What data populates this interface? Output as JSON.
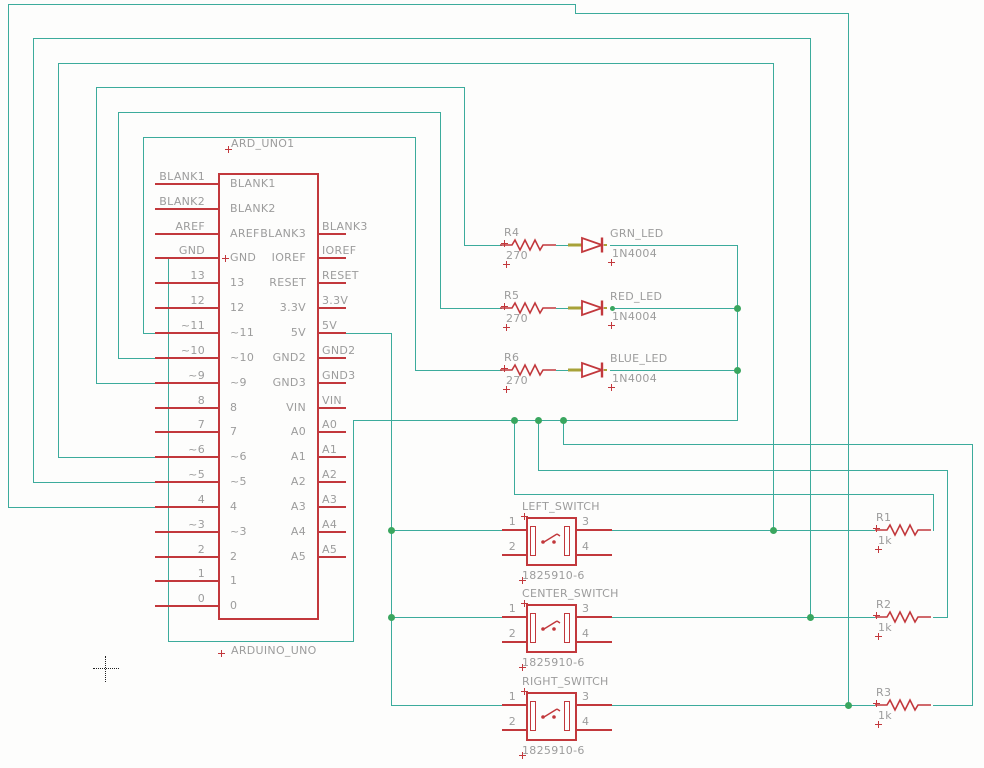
{
  "colors": {
    "wire": "#3cab9c",
    "part": "#c2383c",
    "label": "#9c9c9c",
    "junction": "#3aa65f",
    "diode_lead": "#a8a238"
  },
  "arduino": {
    "ref": "ARD_UNO1",
    "value": "ARDUINO_UNO",
    "left_pins": [
      "BLANK1",
      "BLANK2",
      "AREF",
      "GND",
      "13",
      "12",
      "~11",
      "~10",
      "~9",
      "8",
      "7",
      "~6",
      "~5",
      "4",
      "~3",
      "2",
      "1",
      "0"
    ],
    "right_pins": [
      "BLANK3",
      "IOREF",
      "RESET",
      "3.3V",
      "5V",
      "GND2",
      "GND3",
      "VIN",
      "A0",
      "A1",
      "A2",
      "A3",
      "A4",
      "A5"
    ]
  },
  "led_drivers": [
    {
      "resistor": "R4",
      "resistor_value": "270",
      "diode": "GRN_LED",
      "diode_value": "1N4004"
    },
    {
      "resistor": "R5",
      "resistor_value": "270",
      "diode": "RED_LED",
      "diode_value": "1N4004"
    },
    {
      "resistor": "R6",
      "resistor_value": "270",
      "diode": "BLUE_LED",
      "diode_value": "1N4004"
    }
  ],
  "switches": [
    {
      "name": "LEFT_SWITCH",
      "part": "1825910-6",
      "pins": [
        "1",
        "2",
        "3",
        "4"
      ]
    },
    {
      "name": "CENTER_SWITCH",
      "part": "1825910-6",
      "pins": [
        "1",
        "2",
        "3",
        "4"
      ]
    },
    {
      "name": "RIGHT_SWITCH",
      "part": "1825910-6",
      "pins": [
        "1",
        "2",
        "3",
        "4"
      ]
    }
  ],
  "pull_resistors": [
    {
      "name": "R1",
      "value": "1k"
    },
    {
      "name": "R2",
      "value": "1k"
    },
    {
      "name": "R3",
      "value": "1k"
    }
  ]
}
